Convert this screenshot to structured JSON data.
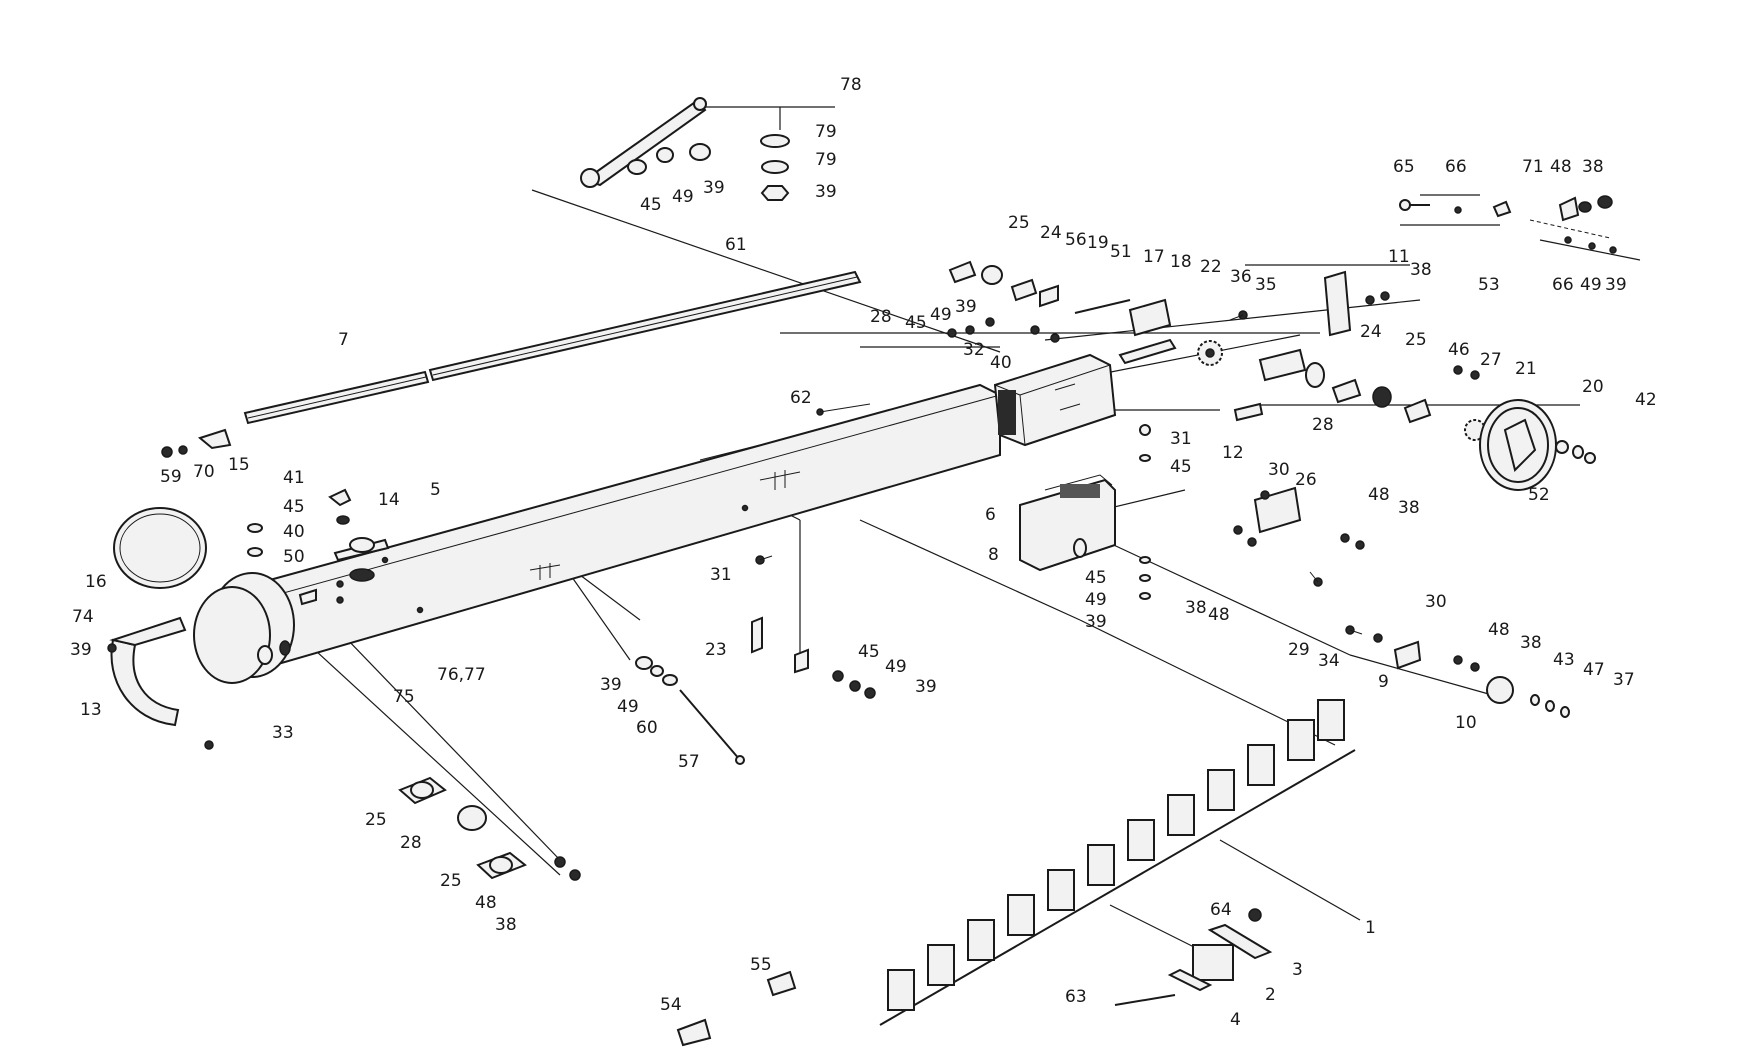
{
  "diagram": {
    "labels": [
      {
        "id": "p78",
        "text": "78"
      },
      {
        "id": "p79a",
        "text": "79"
      },
      {
        "id": "p79b",
        "text": "79"
      },
      {
        "id": "p39a",
        "text": "39"
      },
      {
        "id": "p45a",
        "text": "45"
      },
      {
        "id": "p49a",
        "text": "49"
      },
      {
        "id": "p39b",
        "text": "39"
      },
      {
        "id": "p61",
        "text": "61"
      },
      {
        "id": "p7",
        "text": "7"
      },
      {
        "id": "p59",
        "text": "59"
      },
      {
        "id": "p70",
        "text": "70"
      },
      {
        "id": "p15",
        "text": "15"
      },
      {
        "id": "p5",
        "text": "5"
      },
      {
        "id": "p41",
        "text": "41"
      },
      {
        "id": "p45b",
        "text": "45"
      },
      {
        "id": "p14",
        "text": "14"
      },
      {
        "id": "p40a",
        "text": "40"
      },
      {
        "id": "p50",
        "text": "50"
      },
      {
        "id": "p16",
        "text": "16"
      },
      {
        "id": "p74",
        "text": "74"
      },
      {
        "id": "p39c",
        "text": "39"
      },
      {
        "id": "p13",
        "text": "13"
      },
      {
        "id": "p33",
        "text": "33"
      },
      {
        "id": "p75",
        "text": "75"
      },
      {
        "id": "p7677",
        "text": "76,77"
      },
      {
        "id": "p25a",
        "text": "25"
      },
      {
        "id": "p28a",
        "text": "28"
      },
      {
        "id": "p25b",
        "text": "25"
      },
      {
        "id": "p48a",
        "text": "48"
      },
      {
        "id": "p38a",
        "text": "38"
      },
      {
        "id": "p62",
        "text": "62"
      },
      {
        "id": "p31a",
        "text": "31"
      },
      {
        "id": "p23",
        "text": "23"
      },
      {
        "id": "p45c",
        "text": "45"
      },
      {
        "id": "p49b",
        "text": "49"
      },
      {
        "id": "p39d",
        "text": "39"
      },
      {
        "id": "p39e",
        "text": "39"
      },
      {
        "id": "p49c",
        "text": "49"
      },
      {
        "id": "p60",
        "text": "60"
      },
      {
        "id": "p57",
        "text": "57"
      },
      {
        "id": "p25c",
        "text": "25"
      },
      {
        "id": "p24a",
        "text": "24"
      },
      {
        "id": "p56",
        "text": "56"
      },
      {
        "id": "p19",
        "text": "19"
      },
      {
        "id": "p51",
        "text": "51"
      },
      {
        "id": "p17",
        "text": "17"
      },
      {
        "id": "p18",
        "text": "18"
      },
      {
        "id": "p22",
        "text": "22"
      },
      {
        "id": "p36",
        "text": "36"
      },
      {
        "id": "p35",
        "text": "35"
      },
      {
        "id": "p28b",
        "text": "28"
      },
      {
        "id": "p45d",
        "text": "45"
      },
      {
        "id": "p49d",
        "text": "49"
      },
      {
        "id": "p39f",
        "text": "39"
      },
      {
        "id": "p32",
        "text": "32"
      },
      {
        "id": "p40b",
        "text": "40"
      },
      {
        "id": "p6",
        "text": "6"
      },
      {
        "id": "p31b",
        "text": "31"
      },
      {
        "id": "p45e",
        "text": "45"
      },
      {
        "id": "p12",
        "text": "12"
      },
      {
        "id": "p8",
        "text": "8"
      },
      {
        "id": "p45f",
        "text": "45"
      },
      {
        "id": "p49e",
        "text": "49"
      },
      {
        "id": "p39g",
        "text": "39"
      },
      {
        "id": "p65",
        "text": "65"
      },
      {
        "id": "p66a",
        "text": "66"
      },
      {
        "id": "p71",
        "text": "71"
      },
      {
        "id": "p48b",
        "text": "48"
      },
      {
        "id": "p38b",
        "text": "38"
      },
      {
        "id": "p11",
        "text": "11"
      },
      {
        "id": "p38c",
        "text": "38"
      },
      {
        "id": "p53",
        "text": "53"
      },
      {
        "id": "p66b",
        "text": "66"
      },
      {
        "id": "p49f",
        "text": "49"
      },
      {
        "id": "p39h",
        "text": "39"
      },
      {
        "id": "p24b",
        "text": "24"
      },
      {
        "id": "p25d",
        "text": "25"
      },
      {
        "id": "p46",
        "text": "46"
      },
      {
        "id": "p27",
        "text": "27"
      },
      {
        "id": "p21",
        "text": "21"
      },
      {
        "id": "p20",
        "text": "20"
      },
      {
        "id": "p42",
        "text": "42"
      },
      {
        "id": "p28c",
        "text": "28"
      },
      {
        "id": "p52",
        "text": "52"
      },
      {
        "id": "p30a",
        "text": "30"
      },
      {
        "id": "p26",
        "text": "26"
      },
      {
        "id": "p48c",
        "text": "48"
      },
      {
        "id": "p38d",
        "text": "38"
      },
      {
        "id": "p38e",
        "text": "38"
      },
      {
        "id": "p48d",
        "text": "48"
      },
      {
        "id": "p29",
        "text": "29"
      },
      {
        "id": "p34",
        "text": "34"
      },
      {
        "id": "p30b",
        "text": "30"
      },
      {
        "id": "p48e",
        "text": "48"
      },
      {
        "id": "p38f",
        "text": "38"
      },
      {
        "id": "p9",
        "text": "9"
      },
      {
        "id": "p43",
        "text": "43"
      },
      {
        "id": "p47",
        "text": "47"
      },
      {
        "id": "p37",
        "text": "37"
      },
      {
        "id": "p10",
        "text": "10"
      },
      {
        "id": "p1",
        "text": "1"
      },
      {
        "id": "p64",
        "text": "64"
      },
      {
        "id": "p3",
        "text": "3"
      },
      {
        "id": "p2",
        "text": "2"
      },
      {
        "id": "p63",
        "text": "63"
      },
      {
        "id": "p4",
        "text": "4"
      },
      {
        "id": "p55",
        "text": "55"
      },
      {
        "id": "p54",
        "text": "54"
      }
    ]
  }
}
